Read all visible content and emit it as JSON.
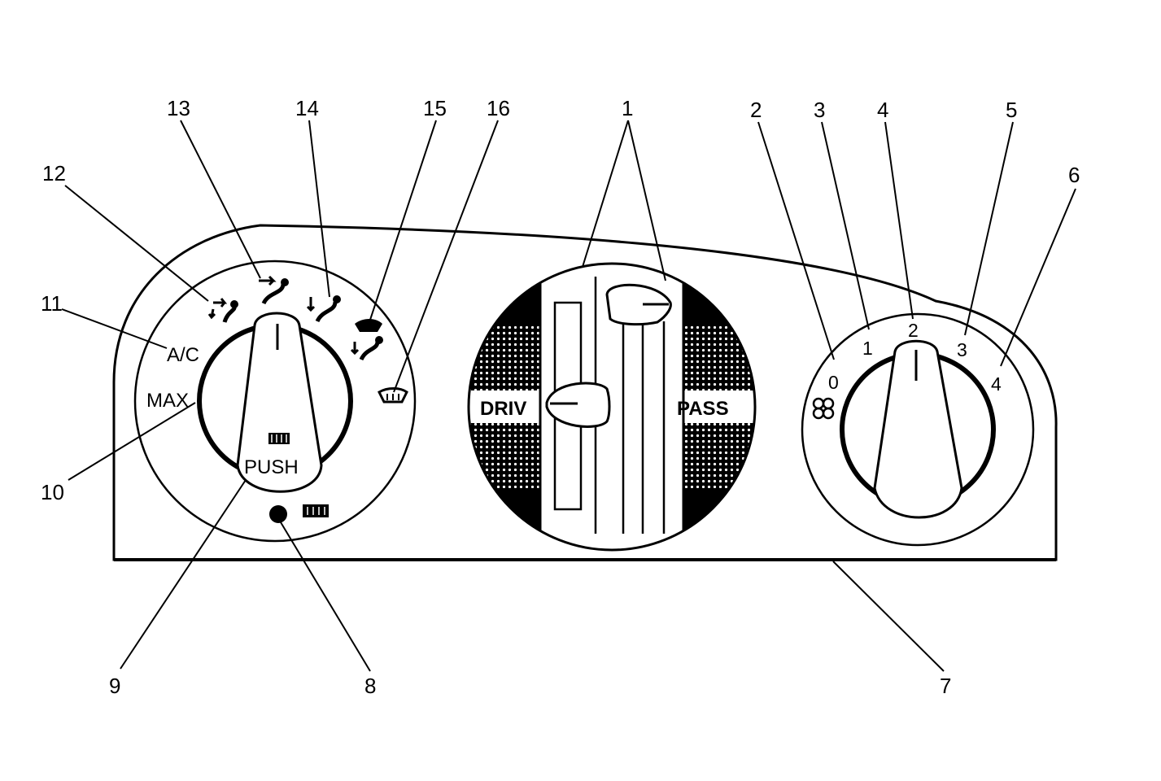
{
  "diagram": {
    "callouts": [
      "1",
      "2",
      "3",
      "4",
      "5",
      "6",
      "7",
      "8",
      "9",
      "10",
      "11",
      "12",
      "13",
      "14",
      "15",
      "16"
    ],
    "left_knob": {
      "push_label": "PUSH",
      "ac_label": "A/C",
      "max_label": "MAX"
    },
    "temp_slider": {
      "driver_label": "DRIV",
      "passenger_label": "PASS"
    },
    "fan_knob": {
      "speeds": [
        "0",
        "1",
        "2",
        "3",
        "4"
      ],
      "fan_icon": "fan-icon"
    },
    "icons": {
      "recirc": "recirculation-icon",
      "vent": "vent-airflow-icon",
      "bilevel": "bilevel-airflow-icon",
      "floor": "floor-airflow-icon",
      "defog": "defog-icon",
      "defrost": "defrost-icon",
      "rear_defog": "rear-defog-icon",
      "indicator": "indicator-light"
    }
  }
}
